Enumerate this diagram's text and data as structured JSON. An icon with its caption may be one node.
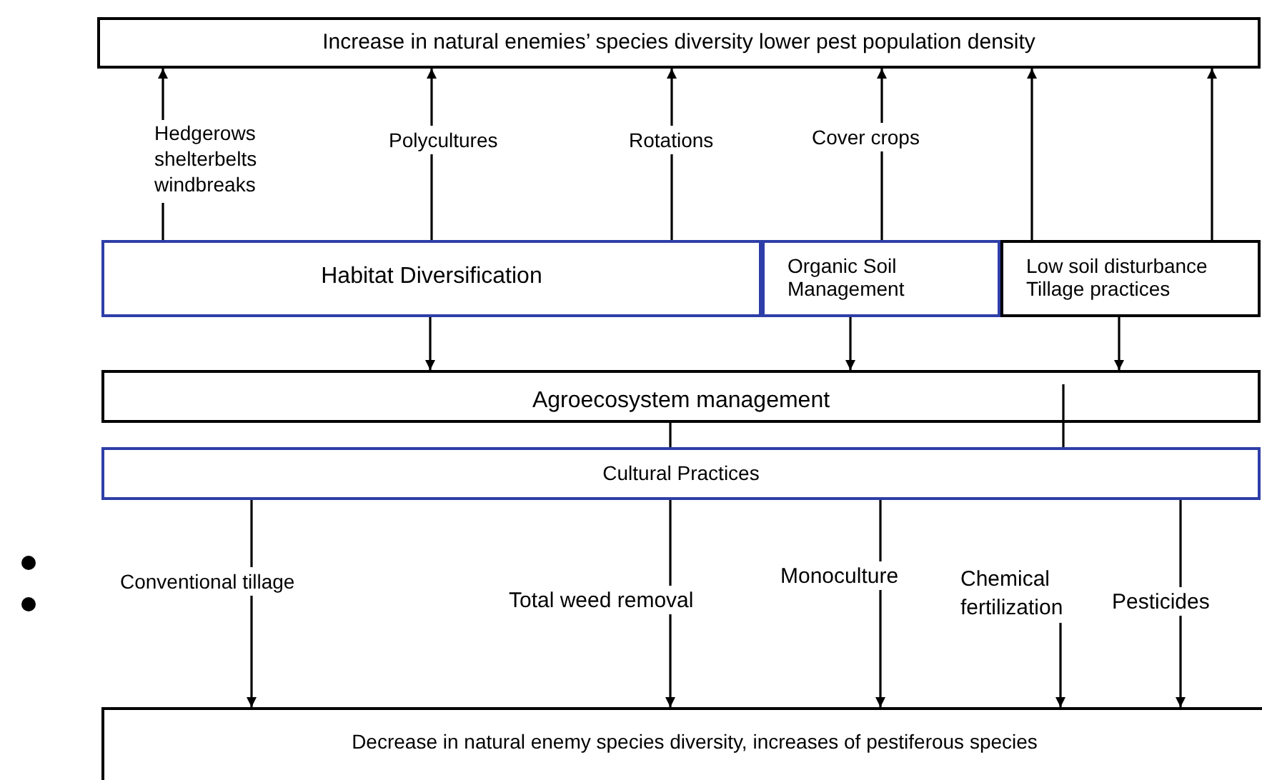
{
  "diagram": {
    "nodes": [
      {
        "text": [
          "Increase in natural enemies’ species diversity lower pest population density"
        ]
      },
      {
        "text": [
          "Hedgerows shelterbelts windbreaks"
        ]
      },
      {
        "text": [
          "Polycultures"
        ]
      },
      {
        "text": [
          "Rotations"
        ]
      },
      {
        "text": [
          "Cover crops"
        ]
      },
      {
        "text": [
          "Habitat Diversification"
        ]
      },
      {
        "text": [
          "Organic Soil Management"
        ]
      },
      {
        "text": [
          "Low soil disturbance Tillage practices"
        ]
      },
      {
        "text": [
          "Agroecosystem management"
        ]
      },
      {
        "text": [
          "Cultural Practices"
        ]
      },
      {
        "text": [
          "Conventional tillage"
        ]
      },
      {
        "text": [
          "Total weed removal"
        ]
      },
      {
        "text": [
          "Monoculture"
        ]
      },
      {
        "text": [
          "Chemical fertilization"
        ]
      },
      {
        "text": [
          "Pesticides"
        ]
      },
      {
        "text": [
          "Decrease in natural enemy species diversity, increases of pestiferous species"
        ]
      }
    ],
    "edges": [
      {
        "from": 5,
        "to": 1,
        "arrow": "none"
      },
      {
        "from": 1,
        "to": 0,
        "arrow": "to"
      },
      {
        "from": 5,
        "to": 2,
        "arrow": "none"
      },
      {
        "from": 2,
        "to": 0,
        "arrow": "to"
      },
      {
        "from": 5,
        "to": 3,
        "arrow": "none"
      },
      {
        "from": 3,
        "to": 0,
        "arrow": "to"
      },
      {
        "from": 6,
        "to": 4,
        "arrow": "none"
      },
      {
        "from": 4,
        "to": 0,
        "arrow": "to"
      },
      {
        "from": 7,
        "to": 0,
        "arrow": "to"
      },
      {
        "from": 7,
        "to": 0,
        "arrow": "to"
      },
      {
        "from": 5,
        "to": 8,
        "arrow": "to"
      },
      {
        "from": 6,
        "to": 8,
        "arrow": "to"
      },
      {
        "from": 7,
        "to": 8,
        "arrow": "to"
      },
      {
        "from": 8,
        "to": 9,
        "arrow": "none"
      },
      {
        "from": 8,
        "to": 9,
        "arrow": "none"
      },
      {
        "from": 9,
        "to": 10,
        "arrow": "none"
      },
      {
        "from": 10,
        "to": 15,
        "arrow": "to"
      },
      {
        "from": 9,
        "to": 11,
        "arrow": "none"
      },
      {
        "from": 11,
        "to": 15,
        "arrow": "to"
      },
      {
        "from": 9,
        "to": 12,
        "arrow": "none"
      },
      {
        "from": 12,
        "to": 15,
        "arrow": "to"
      },
      {
        "from": 13,
        "to": 15,
        "arrow": "to"
      },
      {
        "from": 9,
        "to": 14,
        "arrow": "none"
      },
      {
        "from": 14,
        "to": 15,
        "arrow": "to"
      }
    ]
  }
}
